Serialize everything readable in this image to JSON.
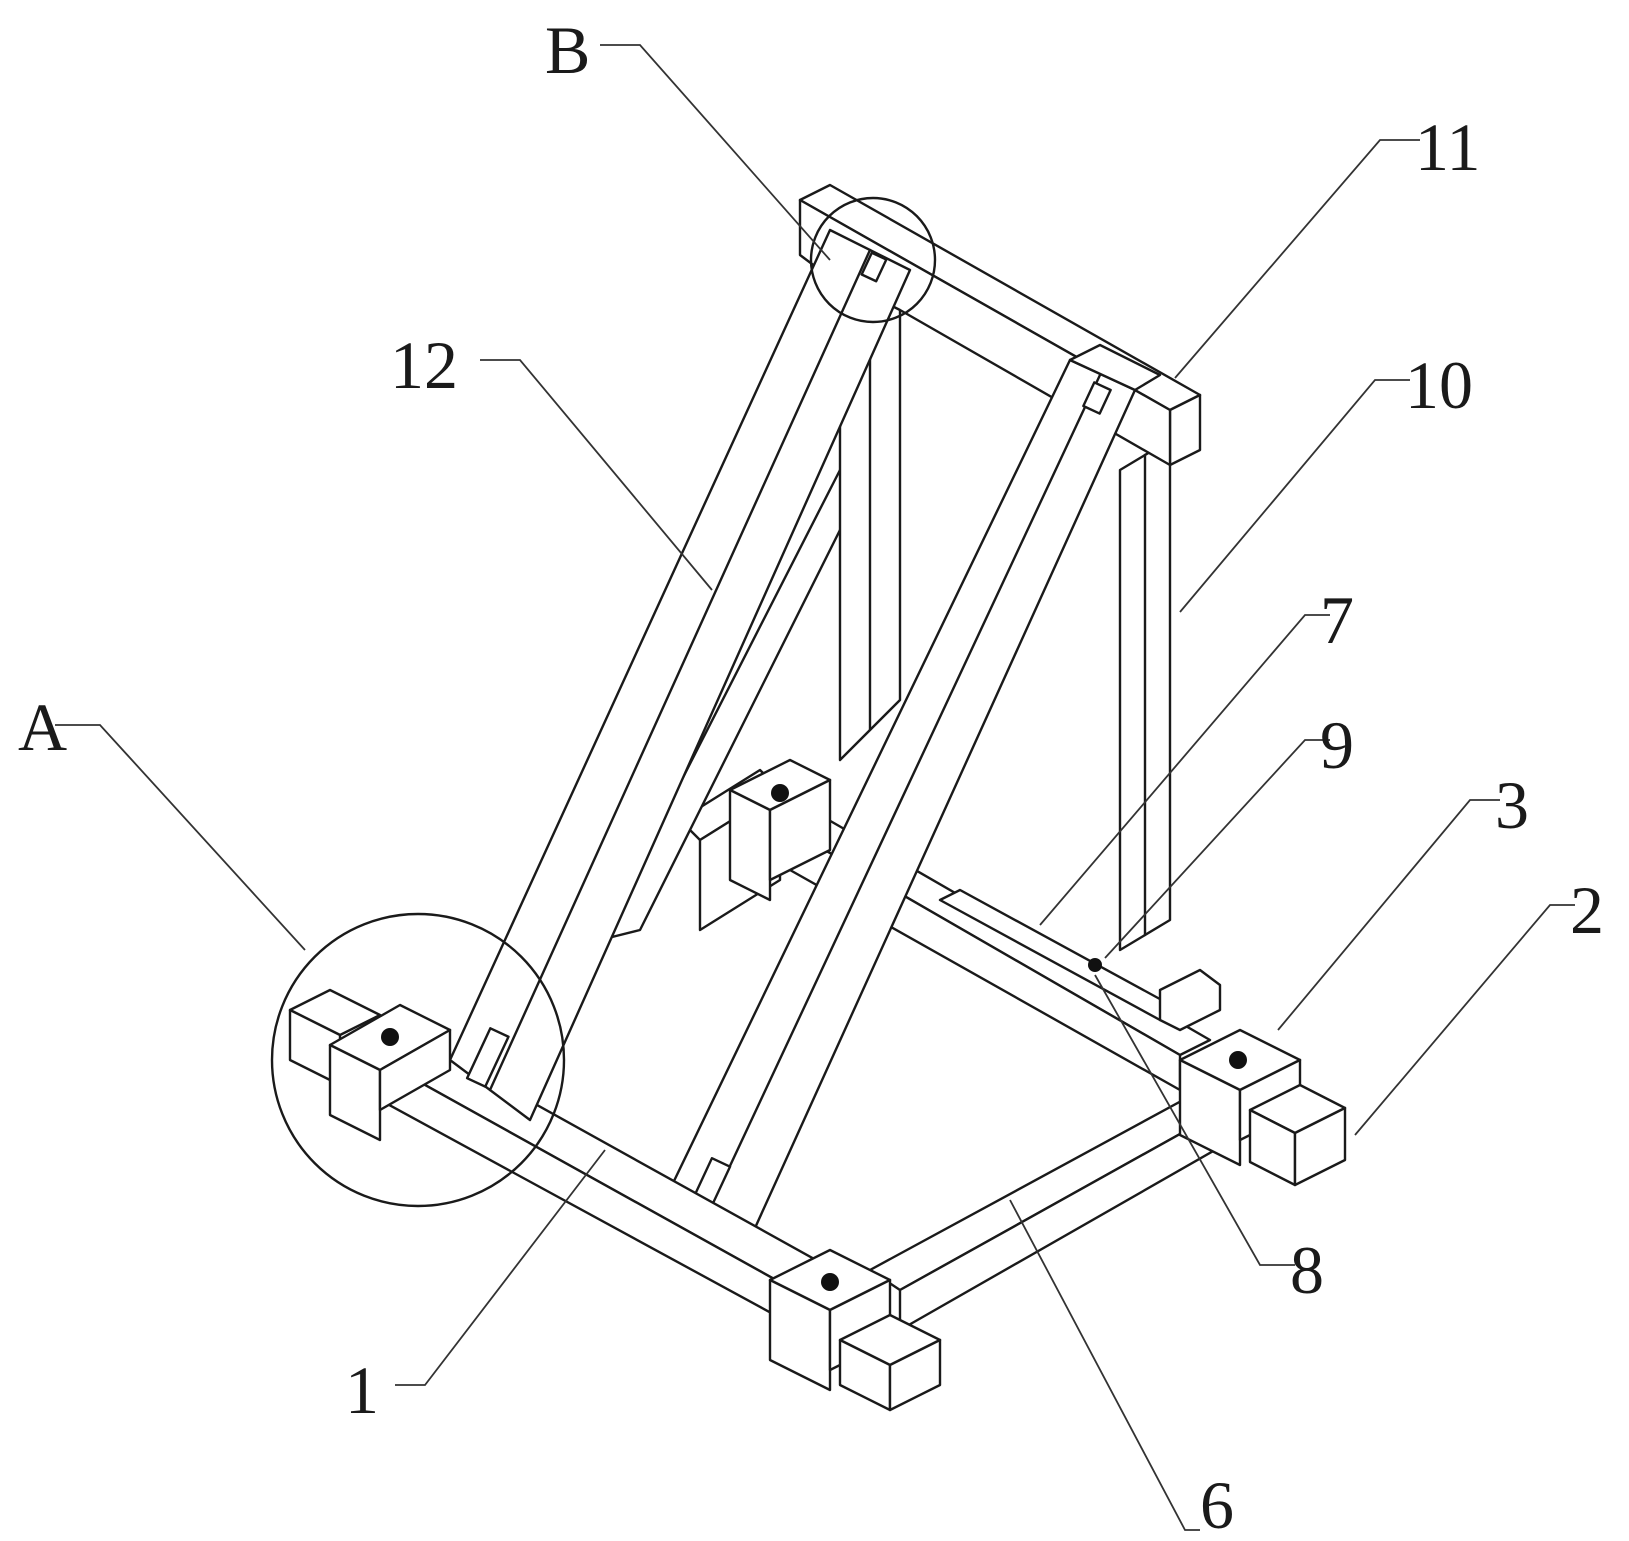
{
  "labels": {
    "A": "A",
    "B": "B",
    "n1": "1",
    "n2": "2",
    "n3": "3",
    "n6": "6",
    "n7": "7",
    "n8": "8",
    "n9": "9",
    "n10": "10",
    "n11": "11",
    "n12": "12"
  }
}
